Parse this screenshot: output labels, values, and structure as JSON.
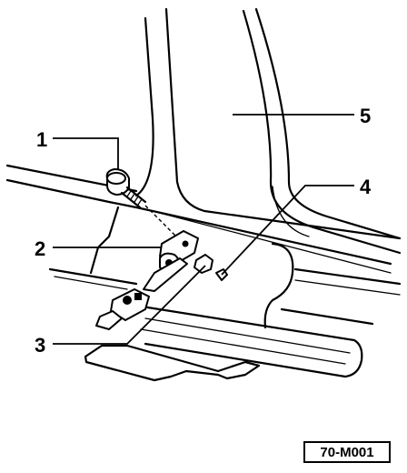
{
  "callouts": {
    "c1": "1",
    "c2": "2",
    "c3": "3",
    "c4": "4",
    "c5": "5"
  },
  "figure_ref": "70-M001"
}
